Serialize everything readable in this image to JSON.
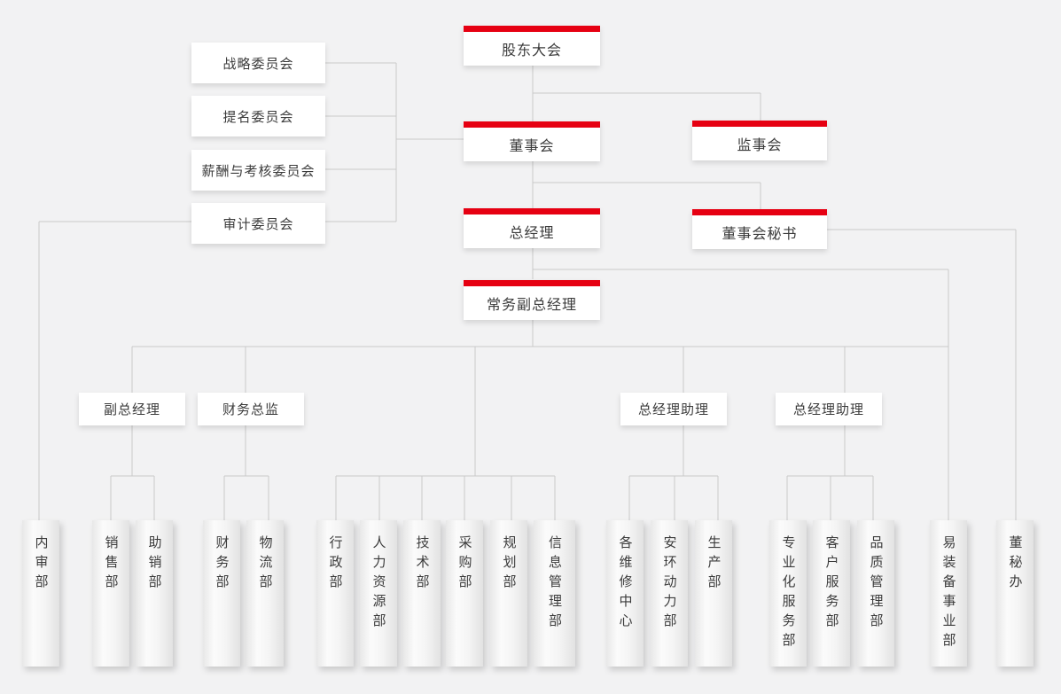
{
  "nodes": {
    "shareholders": "股东大会",
    "board": "董事会",
    "supervisory": "监事会",
    "gm": "总经理",
    "board_secretary": "董事会秘书",
    "executive_deputy_gm": "常务副总经理"
  },
  "committees": [
    "战略委员会",
    "提名委员会",
    "薪酬与考核委员会",
    "审计委员会"
  ],
  "mid_managers": [
    "副总经理",
    "财务总监",
    "总经理助理",
    "总经理助理"
  ],
  "departments": [
    "内审部",
    "销售部",
    "助销部",
    "财务部",
    "物流部",
    "行政部",
    "人力资源部",
    "技术部",
    "采购部",
    "规划部",
    "信息管理部",
    "各维修中心",
    "安环动力部",
    "生产部",
    "专业化服务部",
    "客户服务部",
    "品质管理部",
    "易装备事业部",
    "董秘办"
  ],
  "colors": {
    "accent_red": "#e60012",
    "line": "#c9c9c9",
    "background": "#f2f2f3",
    "box_white": "#ffffff",
    "text": "#3b3b3b"
  }
}
